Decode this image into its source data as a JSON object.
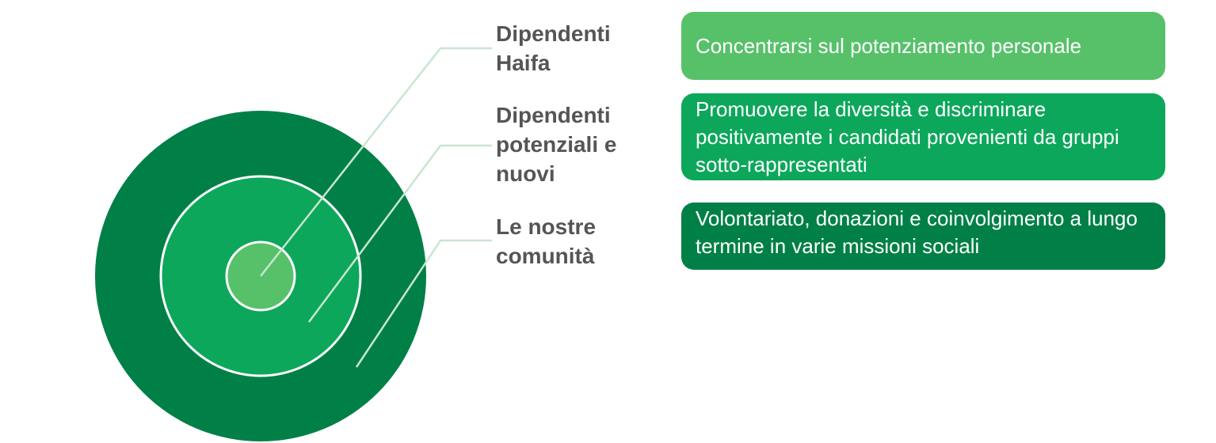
{
  "colors": {
    "outer": "#008047",
    "middle": "#0CA75B",
    "inner": "#57C16A",
    "connector": "#C8E6D0",
    "label_text": "#555555",
    "box_text": "#FFFFFF"
  },
  "items": [
    {
      "label": "Dipendenti Haifa",
      "description": "Concentrarsi sul potenziamento personale",
      "color": "#57C16A"
    },
    {
      "label": "Dipendenti potenziali e nuovi",
      "description": "Promuovere la diversità e discriminare positivamente i candidati provenienti da gruppi sotto-rappresentati",
      "color": "#0CA75B"
    },
    {
      "label": "Le nostre comunità",
      "description": "Volontariato, donazioni e coinvolgimento a lungo termine in varie missioni sociali",
      "color": "#008047"
    }
  ]
}
